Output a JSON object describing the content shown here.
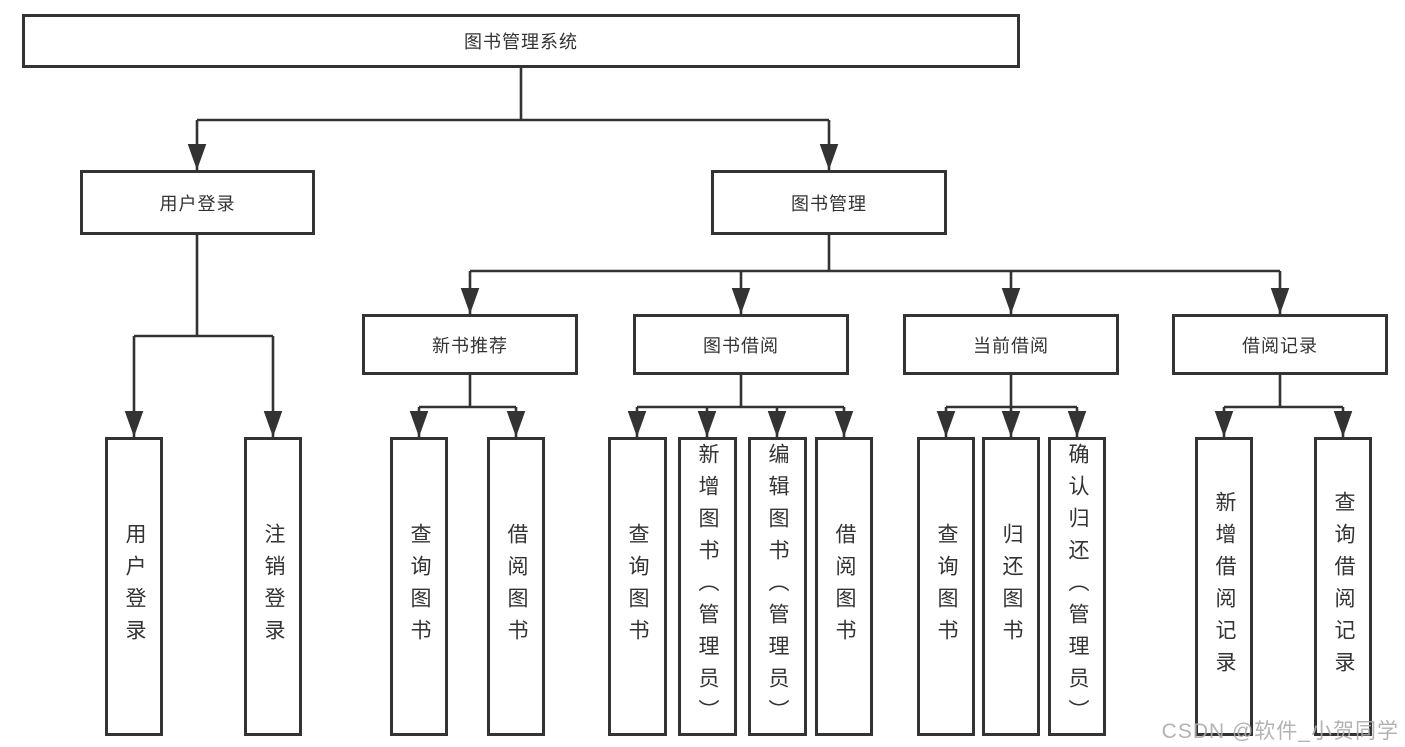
{
  "diagram_title": "图书管理系统",
  "tree": {
    "root": {
      "label": "图书管理系统"
    },
    "children": [
      {
        "label": "用户登录",
        "leaves": [
          "用户登录",
          "注销登录"
        ]
      },
      {
        "label": "图书管理",
        "children": [
          {
            "label": "新书推荐",
            "leaves": [
              "查询图书",
              "借阅图书"
            ]
          },
          {
            "label": "图书借阅",
            "leaves": [
              "查询图书",
              "新增图书（管理员）",
              "编辑图书（管理员）",
              "借阅图书"
            ]
          },
          {
            "label": "当前借阅",
            "leaves": [
              "查询图书",
              "归还图书",
              "确认归还（管理员）"
            ]
          },
          {
            "label": "借阅记录",
            "leaves": [
              "新增借阅记录",
              "查询借阅记录"
            ]
          }
        ]
      }
    ]
  },
  "watermark": {
    "text": "CSDN @软件_小贺同学"
  },
  "colors": {
    "line": "#333333",
    "box_border": "#333333",
    "text": "#333333",
    "background": "#ffffff",
    "watermark": "#ababab"
  }
}
